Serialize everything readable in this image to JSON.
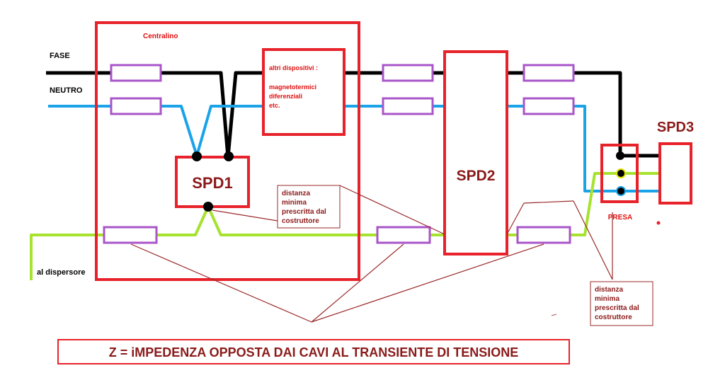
{
  "labels": {
    "centralino": "Centralino",
    "fase": "FASE",
    "neutro": "NEUTRO",
    "dispersore": "al dispersore",
    "altri_title": "altri dispositivi :",
    "altri_line1": "magnetotermici",
    "altri_line2": "diferenziali",
    "altri_line3": "etc.",
    "spd1": "SPD1",
    "spd2": "SPD2",
    "spd3": "SPD3",
    "presa": "PRESA",
    "distanza1": [
      "distanza",
      "minima",
      "prescritta dal",
      "costruttore"
    ],
    "distanza2": [
      "distanza",
      "minima",
      "prescritta dal",
      "costruttore"
    ],
    "impedance": "Z = iMPEDENZA OPPOSTA DAI CAVI AL TRANSIENTE DI TENSIONE"
  },
  "colors": {
    "fase": "#000000",
    "neutro": "#1aa3e8",
    "terra": "#a6e22e",
    "box": "#e8222a",
    "impedance": "#a855c8",
    "pointer": "#9b2a2a",
    "label_red": "#e01010",
    "label_dark_red": "#8b1a1a"
  }
}
